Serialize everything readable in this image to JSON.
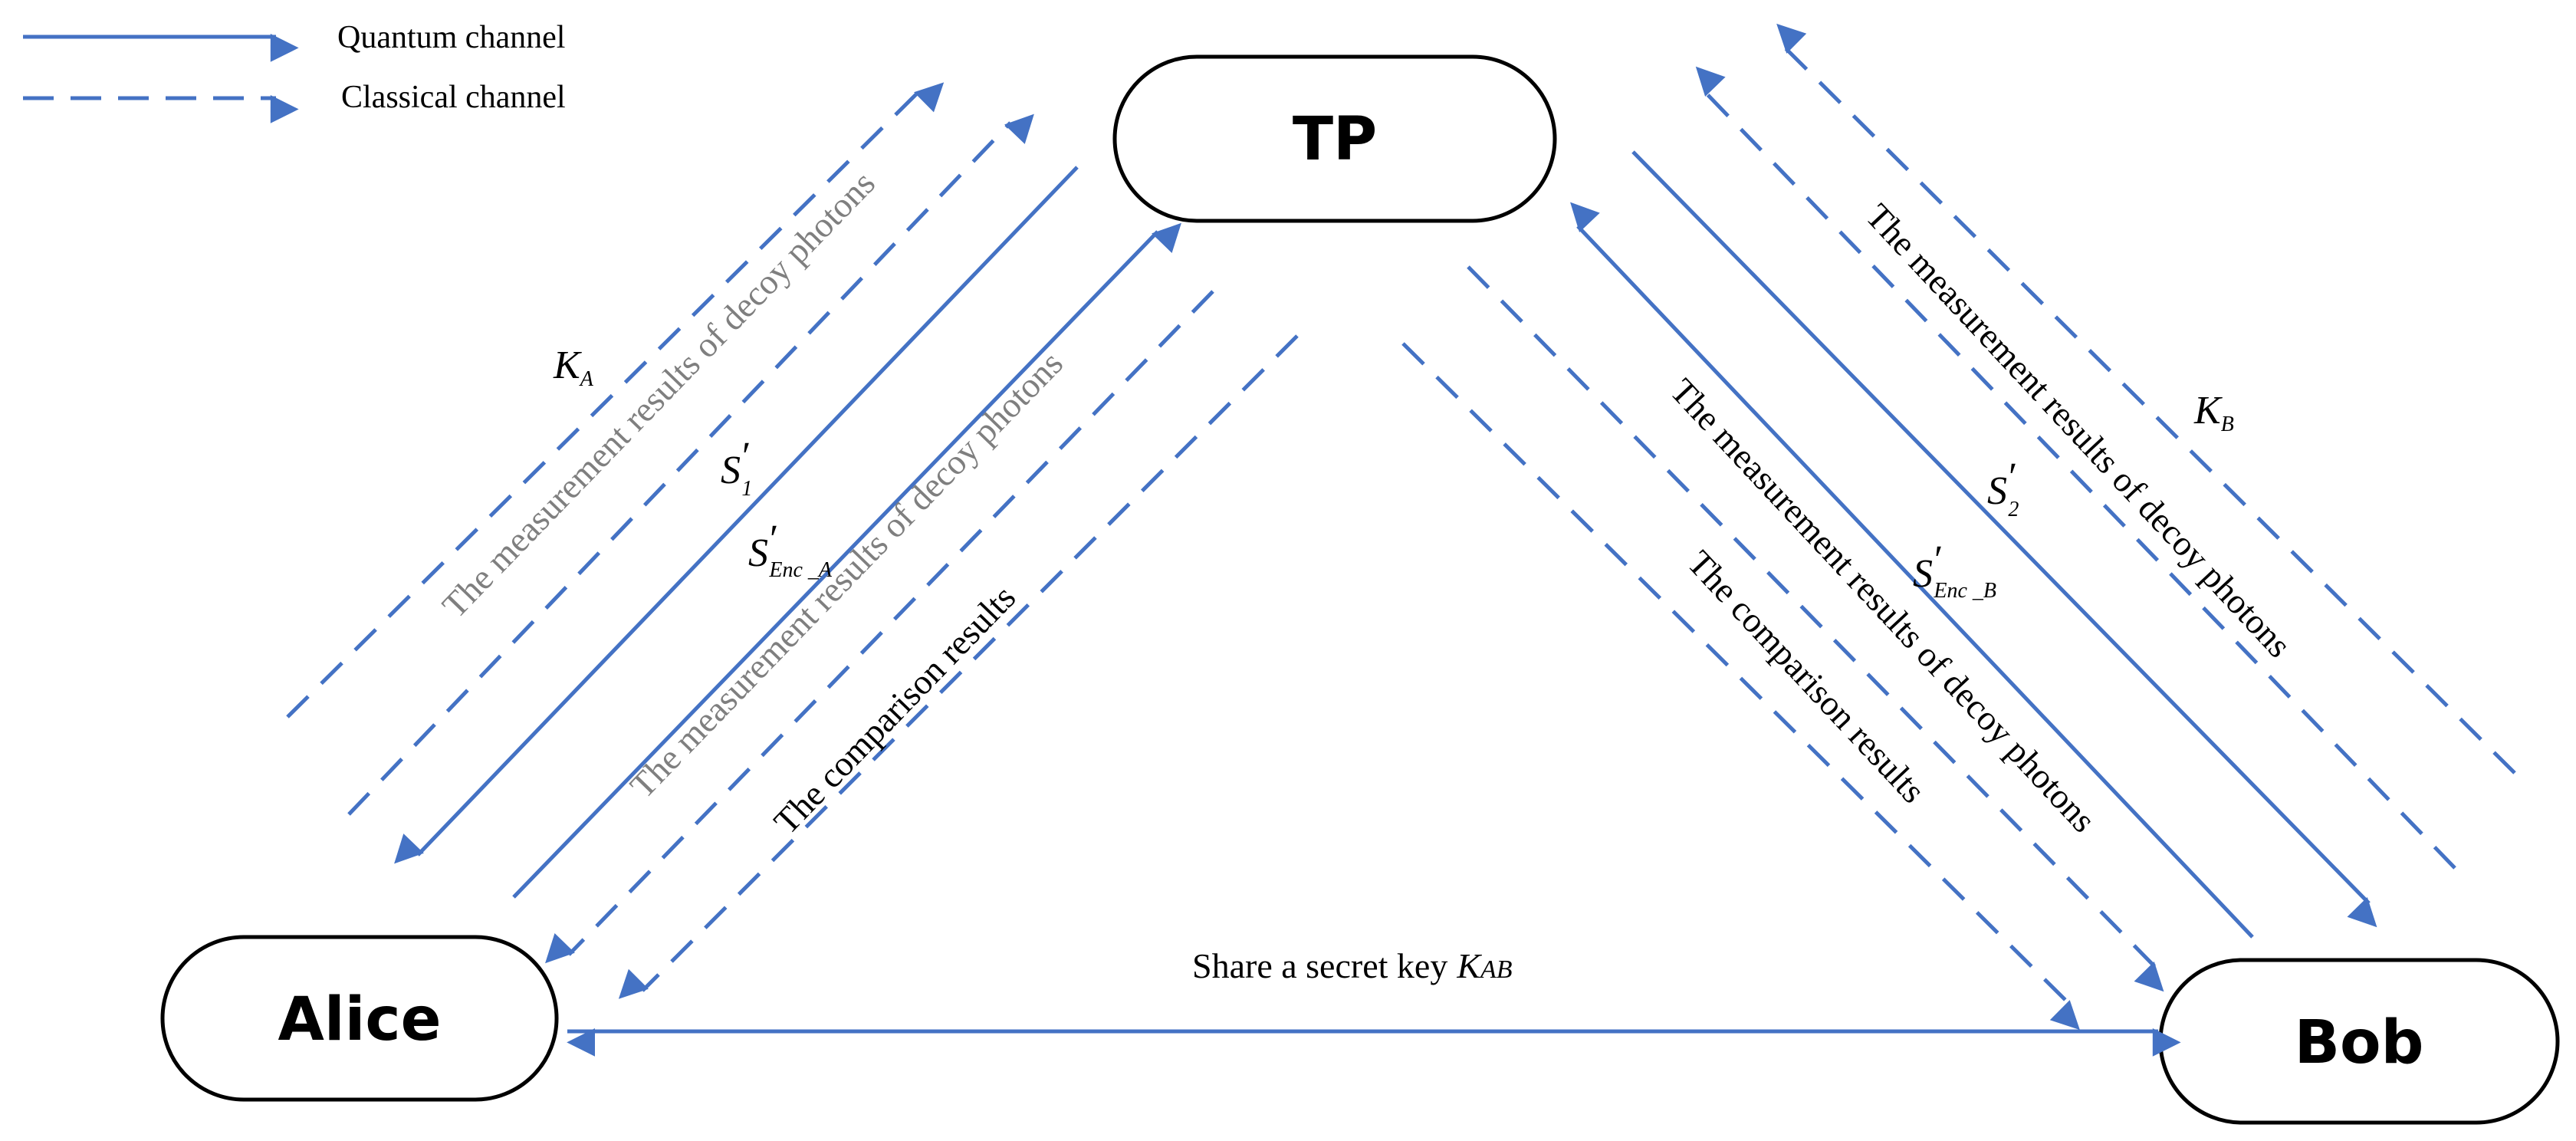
{
  "legend": {
    "quantum": "Quantum channel",
    "classical": "Classical channel"
  },
  "nodes": {
    "tp": "TP",
    "alice": "Alice",
    "bob": "Bob"
  },
  "labels": {
    "meas_results": "The measurement results of decoy photons",
    "comparison": "The comparison results",
    "share_key": "Share a secret key",
    "ka": {
      "base": "K",
      "sub": "A"
    },
    "kb": {
      "base": "K",
      "sub": "B"
    },
    "kab": {
      "base": "K",
      "sub": "AB"
    },
    "s1": {
      "base": "S",
      "prime": "′",
      "sub": "1"
    },
    "s2": {
      "base": "S",
      "prime": "′",
      "sub": "2"
    },
    "s_enc_a": {
      "base": "S",
      "prime": "′",
      "sub": "Enc _A"
    },
    "s_enc_b": {
      "base": "S",
      "prime": "′",
      "sub": "Enc _B"
    }
  },
  "colors": {
    "line": "#4472C4",
    "grey_text": "#7f7f7f",
    "black_text": "#000000"
  }
}
